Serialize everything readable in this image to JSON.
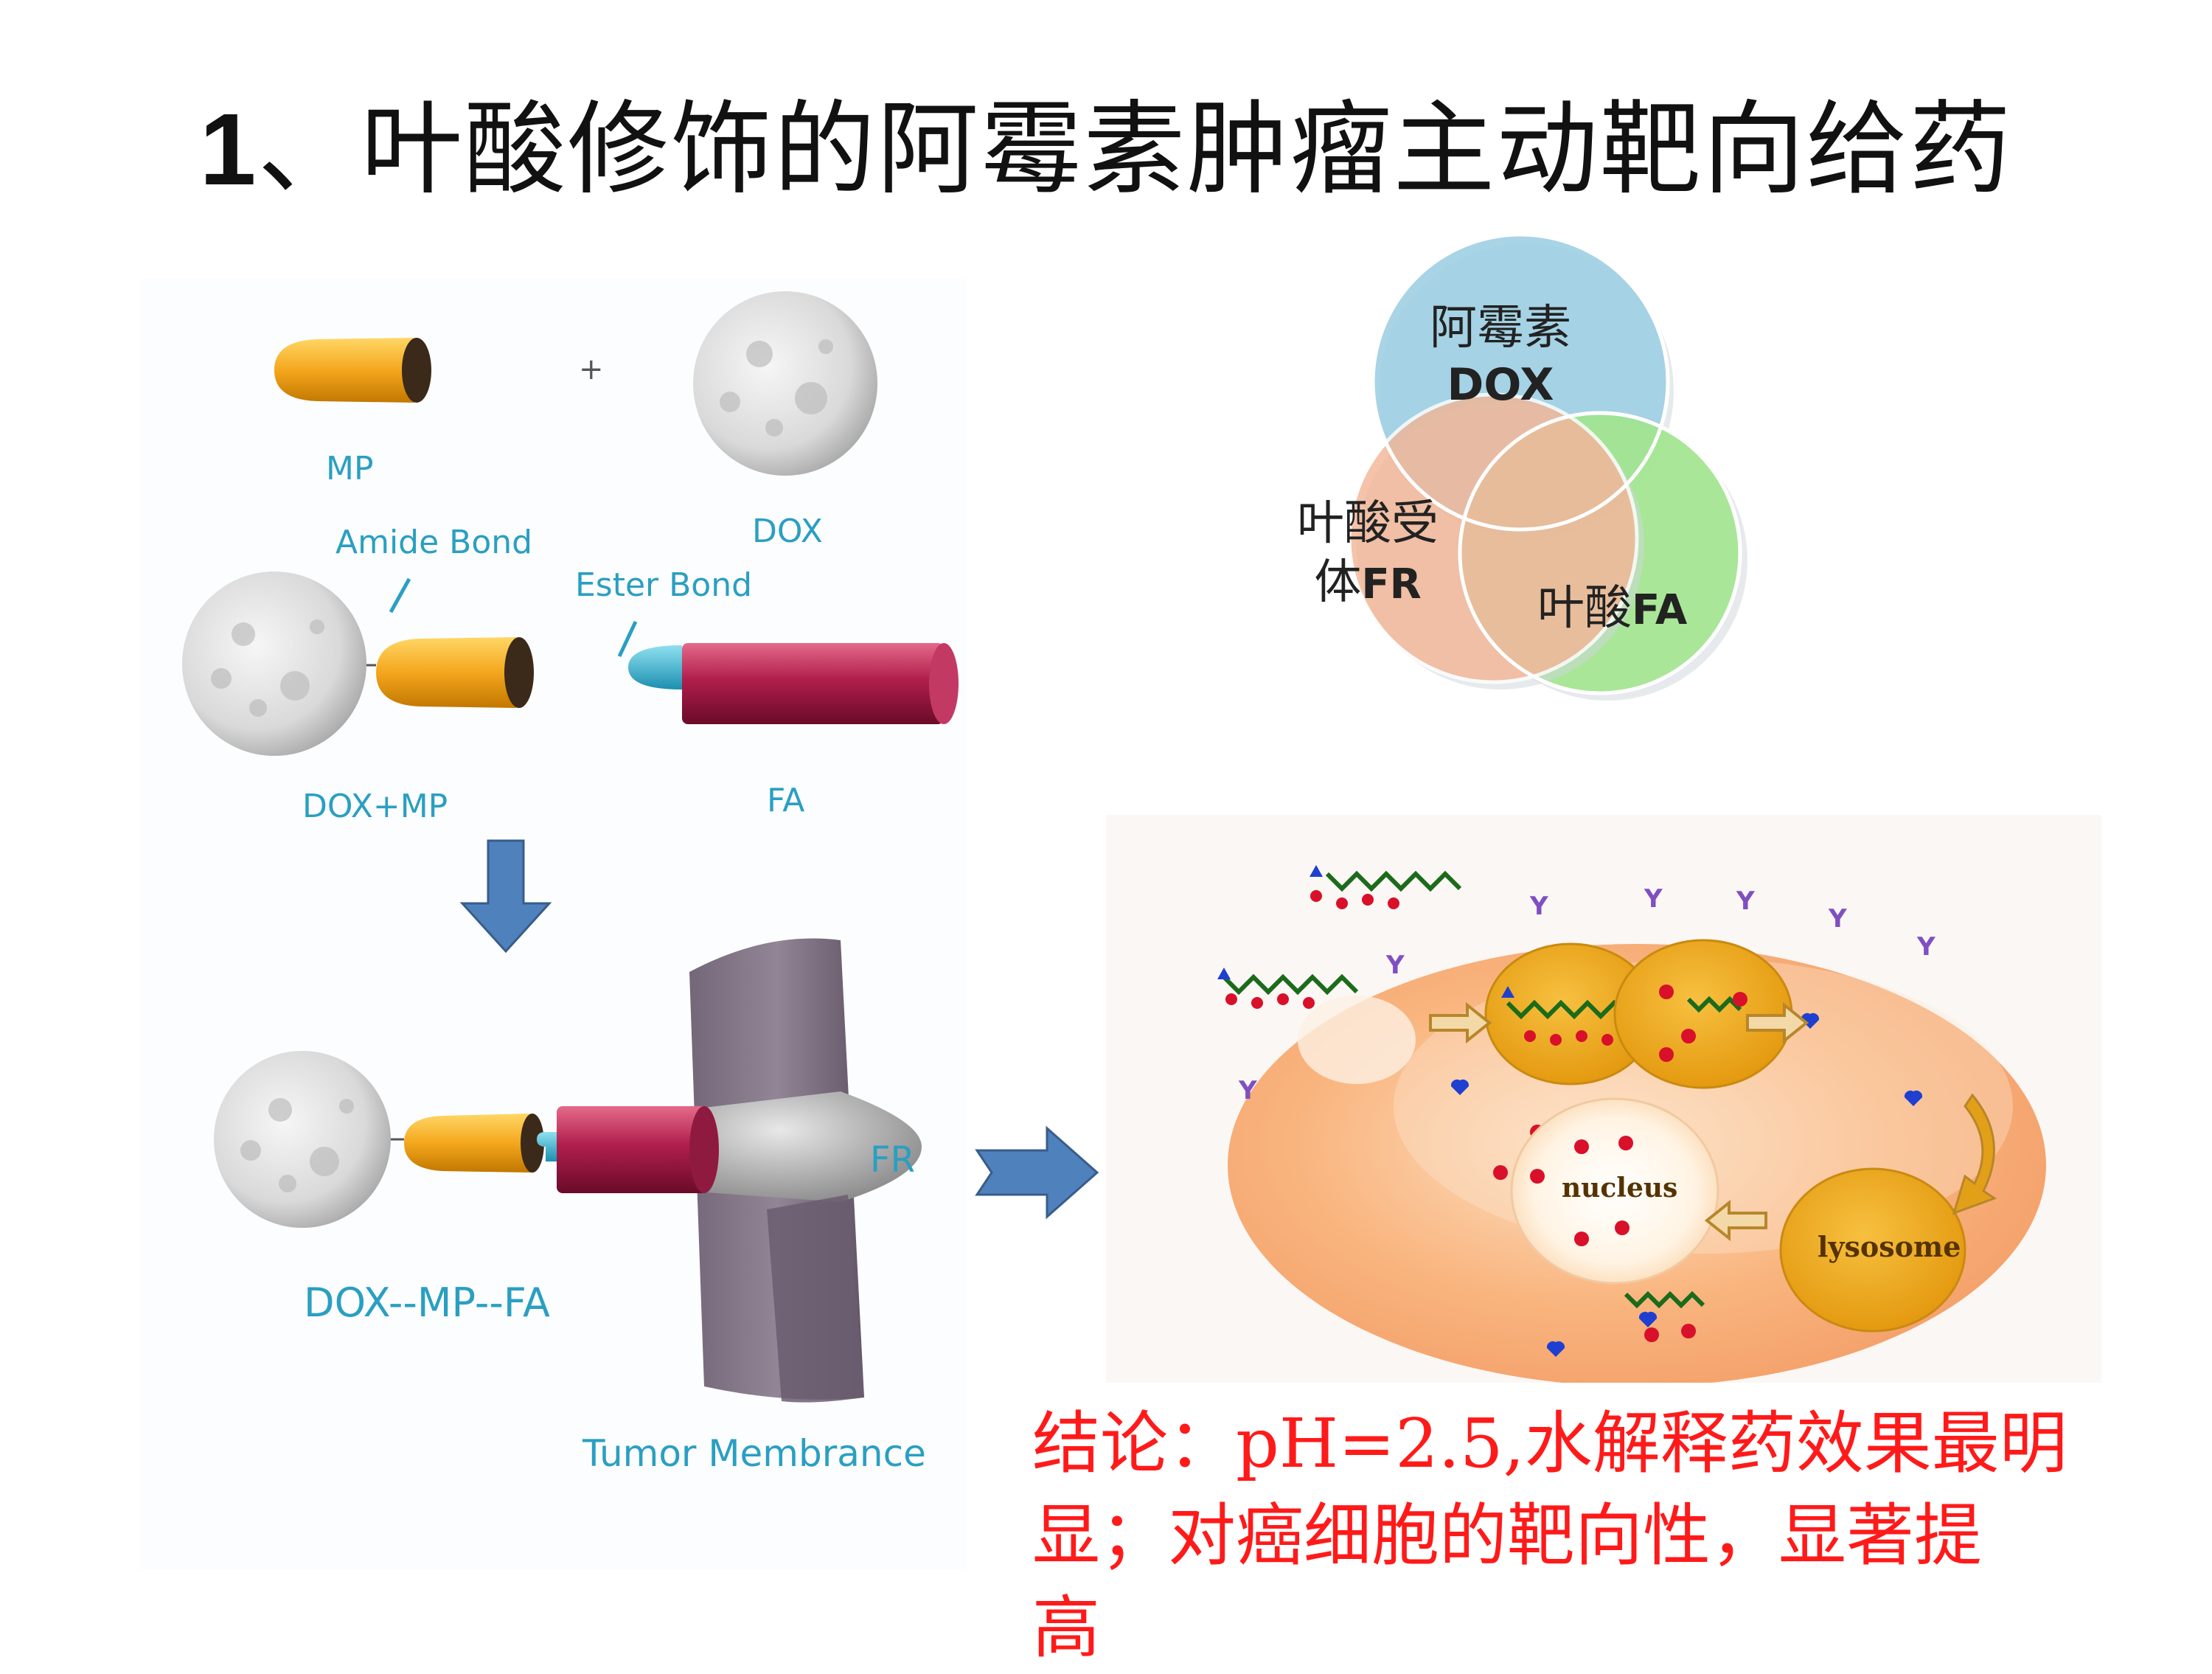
{
  "title": {
    "number": "1",
    "text": "、叶酸修饰的阿霉素肿瘤主动靶向给药"
  },
  "left_diagram": {
    "plus": "+",
    "label_mp": "MP",
    "label_dox": "DOX",
    "label_amide": "Amide Bond",
    "label_ester": "Ester Bond",
    "label_doxmp": "DOX+MP",
    "label_fa": "FA",
    "label_conjugate": "DOX--MP--FA",
    "label_fr": "FR",
    "label_membrane": "Tumor Membrance"
  },
  "venn": {
    "dox_line1": "阿霉素",
    "dox_line2": "DOX",
    "fr_line1": "叶酸受",
    "fr_line2a": "体",
    "fr_line2b": "FR",
    "fa_a": "叶酸",
    "fa_b": "FA",
    "colors": {
      "dox": "#9dcfe3",
      "fr": "#f3b594",
      "fa": "#9fe68a"
    }
  },
  "cell": {
    "nucleus": "nucleus",
    "lysosome": "lysosome"
  },
  "conclusion": {
    "line1": "结论：pH=2.5,水解释药效果最明",
    "line2": "显；对癌细胞的靶向性，显著提",
    "line3": "高"
  },
  "colors": {
    "label_blue": "#2a9fc2",
    "conclusion_red": "#ff1a1a",
    "arrow_blue": "#4f81bd"
  }
}
